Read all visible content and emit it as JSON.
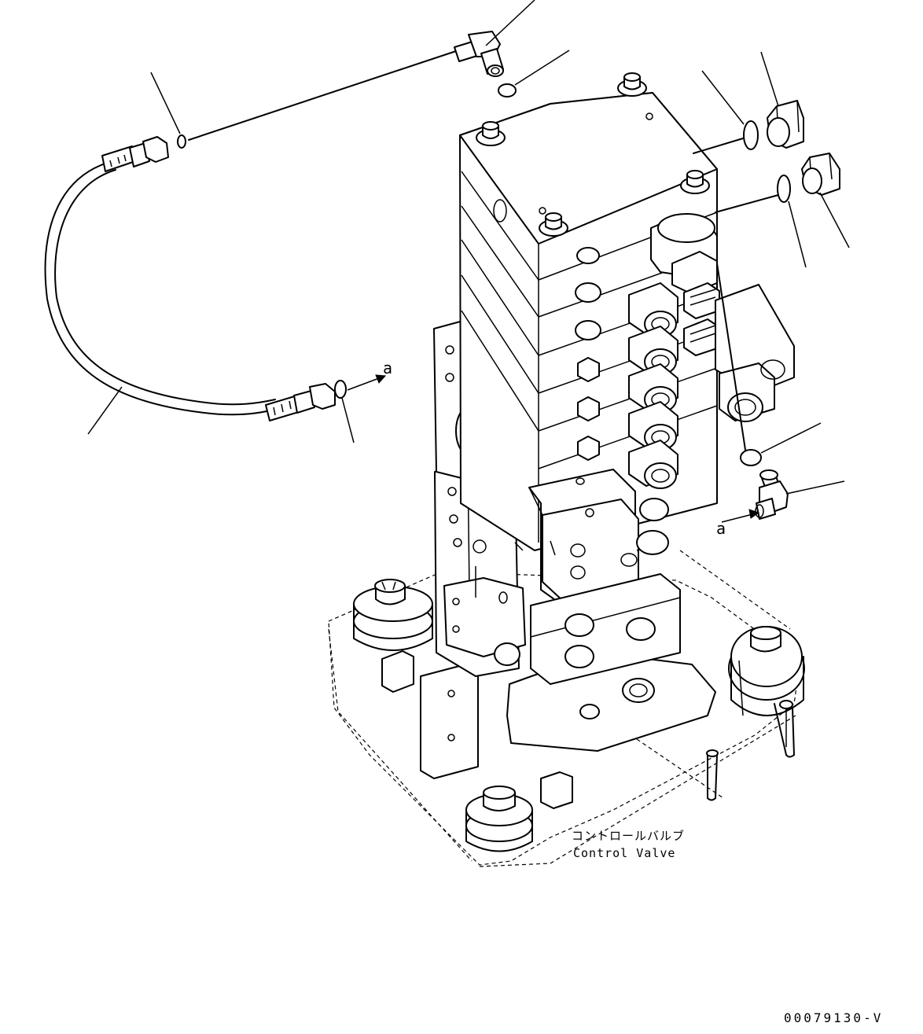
{
  "component": {
    "name_jp": "コントロールバルブ",
    "name_en": "Control Valve"
  },
  "connection_marks": [
    {
      "id": "hose-end",
      "letter": "a"
    },
    {
      "id": "elbow-end",
      "letter": "a"
    }
  ],
  "drawing_code": "00079130-V",
  "icons": {
    "hose": "hydraulic-hose",
    "elbow": "elbow-fitting",
    "o_ring": "o-ring",
    "plug": "hex-plug",
    "valve": "control-valve-body"
  }
}
